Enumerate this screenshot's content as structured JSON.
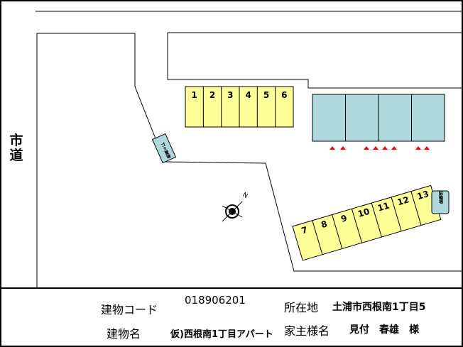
{
  "road": {
    "label": "市\n道"
  },
  "parking_top": {
    "fill": "#ffff99",
    "slots": [
      "1",
      "2",
      "3",
      "4",
      "5",
      "6"
    ]
  },
  "parking_bottom": {
    "fill": "#ffff99",
    "slots": [
      "7",
      "8",
      "9",
      "10",
      "11",
      "12",
      "13"
    ]
  },
  "building": {
    "fill": "#aed8dc",
    "units": 4
  },
  "bike_shed": {
    "label": "駐輪場",
    "fill": "#aed8dc"
  },
  "garbage_station": {
    "label": "ゴミ置場",
    "fill": "#aed8dc"
  },
  "compass": {
    "north_label": "N"
  },
  "entrance_marker_color": "#ff0000",
  "info": {
    "building_code_label": "建物コード",
    "building_code_value": "018906201",
    "building_name_label": "建物名",
    "building_name_value": "仮)西根南1丁目アパート",
    "location_label": "所在地",
    "location_value": "土浦市西根南1丁目5",
    "owner_label": "家主様名",
    "owner_value": "見付　春雄　様"
  }
}
